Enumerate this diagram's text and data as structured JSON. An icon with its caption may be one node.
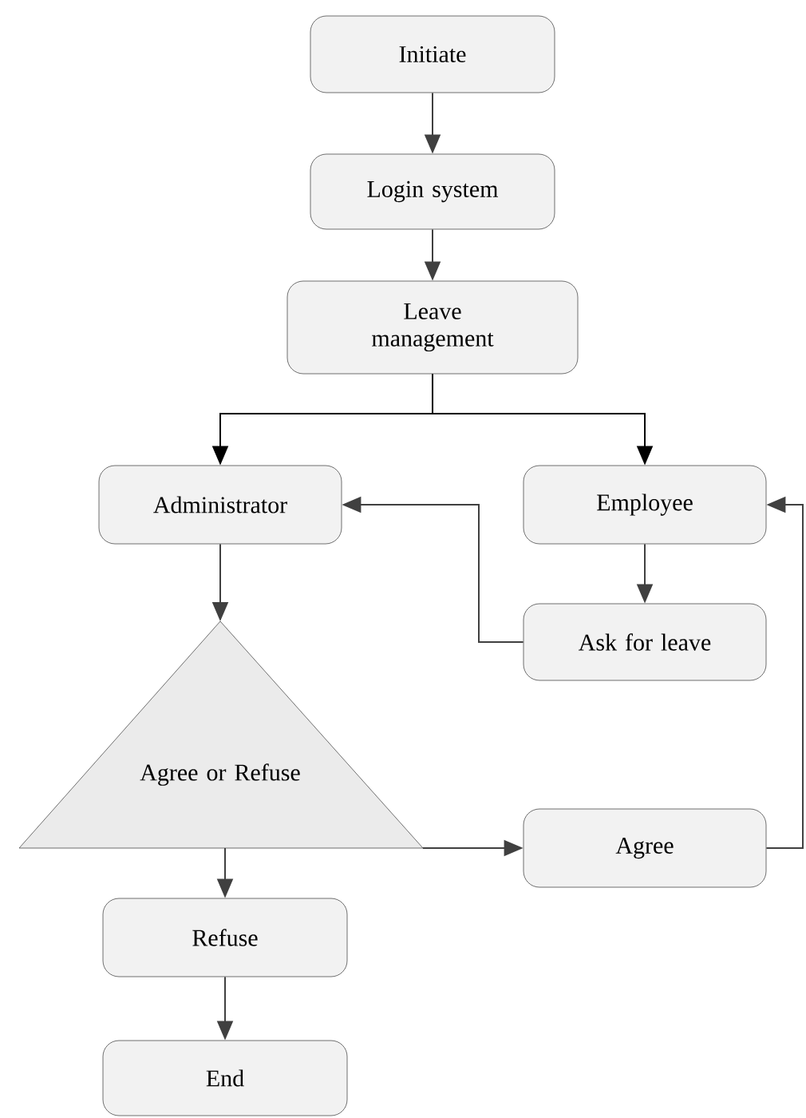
{
  "diagram": {
    "nodes": [
      {
        "text": [
          "Initiate"
        ]
      },
      {
        "text": [
          "Login system"
        ]
      },
      {
        "text": [
          "Leave management"
        ]
      },
      {
        "text": [
          "Administrator"
        ]
      },
      {
        "text": [
          "Employee"
        ]
      },
      {
        "text": [
          "Ask for leave"
        ]
      },
      {
        "text": [
          "Agree or Refuse"
        ]
      },
      {
        "text": [
          "Agree"
        ]
      },
      {
        "text": [
          "Refuse"
        ]
      },
      {
        "text": [
          "End"
        ]
      }
    ],
    "edges": [
      {
        "from": 0,
        "to": 1,
        "arrow": "to"
      },
      {
        "from": 1,
        "to": 2,
        "arrow": "to"
      },
      {
        "from": 2,
        "to": 3,
        "arrow": "to",
        "color": "#000000"
      },
      {
        "from": 2,
        "to": 4,
        "arrow": "to",
        "color": "#000000"
      },
      {
        "from": 5,
        "to": 3,
        "arrow": "to"
      },
      {
        "from": 4,
        "to": 5,
        "arrow": "to"
      },
      {
        "from": 3,
        "to": 6,
        "arrow": "to"
      },
      {
        "from": 6,
        "to": 7,
        "arrow": "to"
      },
      {
        "from": 6,
        "to": 8,
        "arrow": "to"
      },
      {
        "from": 8,
        "to": 9,
        "arrow": "to"
      },
      {
        "from": 7,
        "to": 4,
        "arrow": "to"
      }
    ]
  }
}
